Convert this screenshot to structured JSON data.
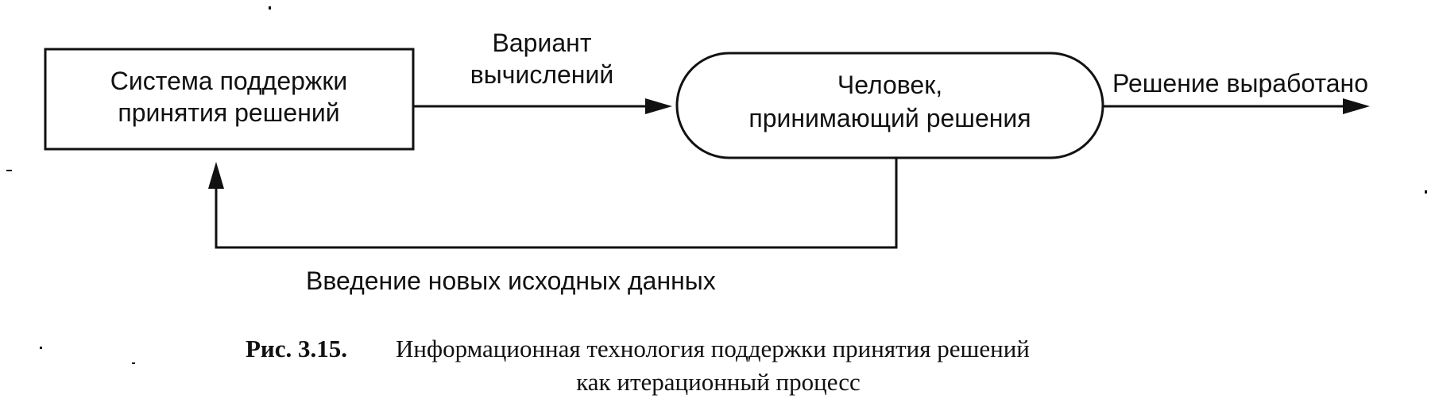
{
  "diagram": {
    "nodes": {
      "dss": {
        "lines": [
          "Система поддержки",
          "принятия решений"
        ]
      },
      "decision_maker": {
        "lines": [
          "Человек,",
          "принимающий  решения"
        ]
      }
    },
    "edges": {
      "variant": {
        "lines": [
          "Вариант",
          "вычислений"
        ]
      },
      "decision_made": {
        "label": "Решение выработано"
      },
      "new_data": {
        "label": "Введение новых исходных данных"
      }
    }
  },
  "caption": {
    "number": "Рис. 3.15.",
    "line1": "Информационная технология поддержки принятия решений",
    "line2": "как итерационный процесс"
  }
}
